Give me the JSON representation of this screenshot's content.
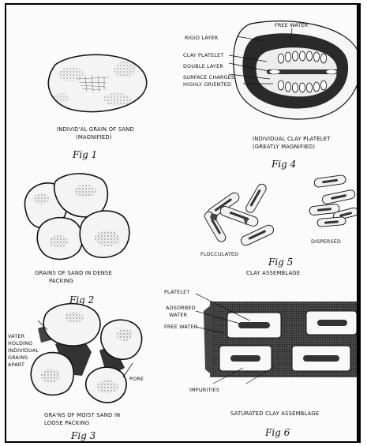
{
  "fig1": {
    "caption_line1": "INDIVID'AL GRAIN OF SAND",
    "caption_line2": "(MAGNIFIED)",
    "fig_label": "Fig 1"
  },
  "fig2": {
    "caption_line1": "GRAINS OF SAND IN DENSE",
    "caption_line2": "PACKING",
    "fig_label": "Fig 2"
  },
  "fig3": {
    "label_water": [
      "VATER",
      "HOLDING",
      "INDIVIDUAL",
      "GRAINS",
      "APART"
    ],
    "label_pore": "PORE",
    "caption_line1": "GRA'NS OF MOIST SAND IN",
    "caption_line2": "LOOSE PACKING",
    "fig_label": "Fig 3"
  },
  "fig4": {
    "label_free_water": "FREE WATER",
    "label_rigid_layer": "RIGID LAYER",
    "label_clay_platelet": "CLAY PLATELET",
    "label_double_layer": "DOUBLE LAYER",
    "label_surface_charges": "SURFACE CHARGES",
    "label_highly_oriented": "HIGHLY ORIENTED",
    "caption_line1": "INDIVIDUAL CLAY PLATELET",
    "caption_line2": "(GREATLY MAGNIFIED)",
    "fig_label": "Fig 4"
  },
  "fig5": {
    "label_flocculated": "FLOCCULATED",
    "label_dispersed": "DISPERSED",
    "caption": "CLAY ASSEMBLAGE",
    "fig_label": "Fig 5"
  },
  "fig6": {
    "label_platelet": "PLATELET",
    "label_adsorbed": [
      "ADSORBED",
      "WATER"
    ],
    "label_free_water": "FREE WATER",
    "label_impurities": "IMPURITIES",
    "caption": "SATURATED CLAY ASSEMBLAGE",
    "fig_label": "Fig 6"
  }
}
